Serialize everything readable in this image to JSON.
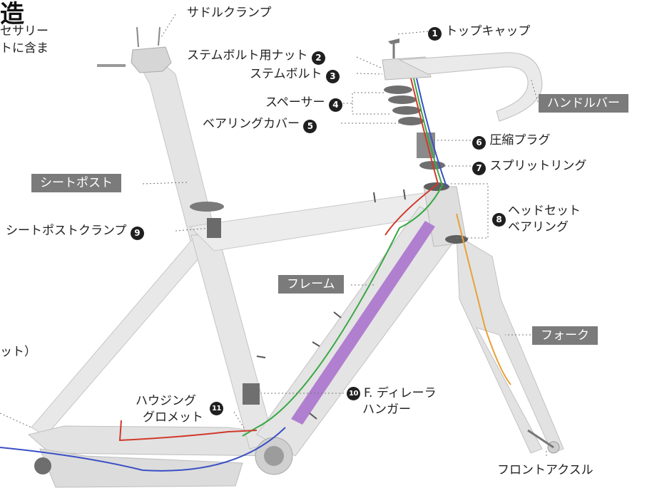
{
  "title_fragment": "造",
  "note_lines": [
    "セサリー",
    "トに含ま"
  ],
  "partial_left_label": "ット）",
  "labels": {
    "saddle_clamp": "サドルクランプ",
    "top_cap": "トップキャップ",
    "stem_bolt_nut": "ステムボルト用ナット",
    "stem_bolt": "ステムボルト",
    "spacer": "スペーサー",
    "bearing_cover": "ベアリングカバー",
    "compression_plug": "圧縮プラグ",
    "split_ring": "スプリットリング",
    "headset_bearing": [
      "ヘッドセット",
      "ベアリング"
    ],
    "seatpost_clamp": "シートポストクランプ",
    "f_derailleur_hanger": [
      "F. ディレーラ",
      "ハンガー"
    ],
    "housing_grommet": [
      "ハウジング",
      "グロメット"
    ],
    "front_axle": "フロントアクスル"
  },
  "tags": {
    "handlebar": "ハンドルバー",
    "seatpost": "シートポスト",
    "frame": "フレーム",
    "fork": "フォーク"
  },
  "numbers": [
    "1",
    "2",
    "3",
    "4",
    "5",
    "6",
    "7",
    "8",
    "9",
    "10",
    "11"
  ],
  "colors": {
    "frame": "#e6e6e6",
    "frame_shade": "#c9c9c9",
    "tag_bg": "#7b7b7b",
    "badge": "#1f1f1f",
    "purple_strip": "#b07fd0",
    "cable_red": "#d0392b",
    "cable_blue": "#3b4fc4",
    "cable_green": "#3aa845",
    "cable_orange": "#e8a13a"
  }
}
